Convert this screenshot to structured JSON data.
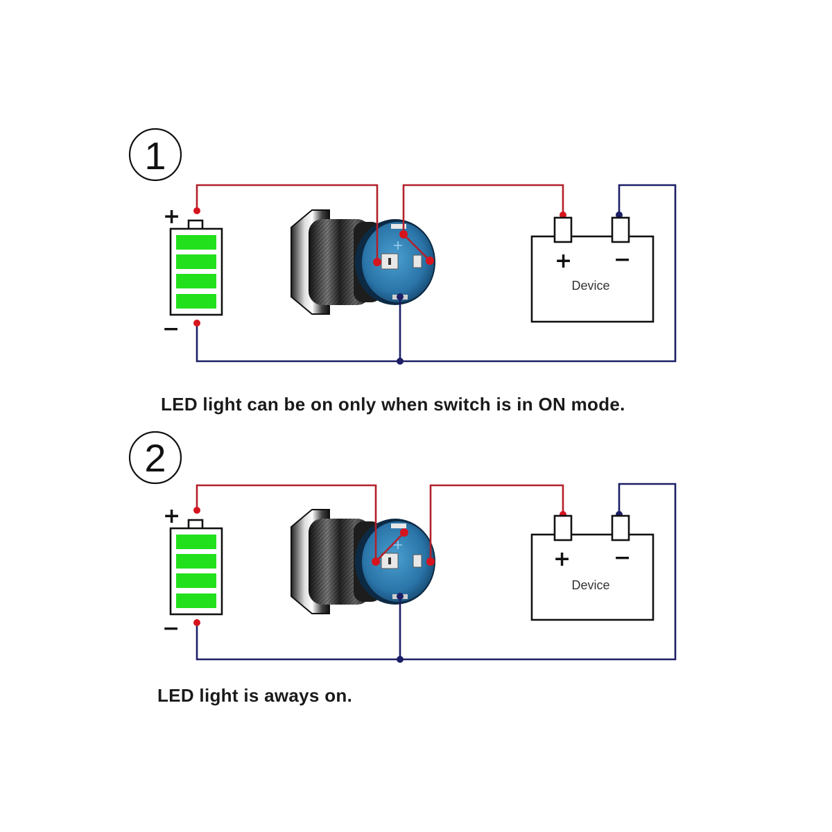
{
  "diagram": {
    "title": "LED push button switch wiring diagrams",
    "colors": {
      "positive_wire": "#b3202a",
      "negative_wire": "#1c1f66",
      "battery_cells": "#22e01c",
      "switch_body": "#1d1d1d",
      "switch_back": "#2f7fb5"
    },
    "circuits": [
      {
        "number": "1",
        "battery": {
          "plus_label": "+",
          "minus_label": "−",
          "cells": 4
        },
        "device": {
          "label": "Device",
          "plus_label": "+",
          "minus_label": "−"
        },
        "switch": {
          "led_jumper": "LED tied to switched output"
        },
        "caption": "LED light can be on only when switch is in ON mode."
      },
      {
        "number": "2",
        "battery": {
          "plus_label": "+",
          "minus_label": "−",
          "cells": 4
        },
        "device": {
          "label": "Device",
          "plus_label": "+",
          "minus_label": "−"
        },
        "switch": {
          "led_jumper": "LED tied to input"
        },
        "caption": "LED light is aways on."
      }
    ]
  }
}
